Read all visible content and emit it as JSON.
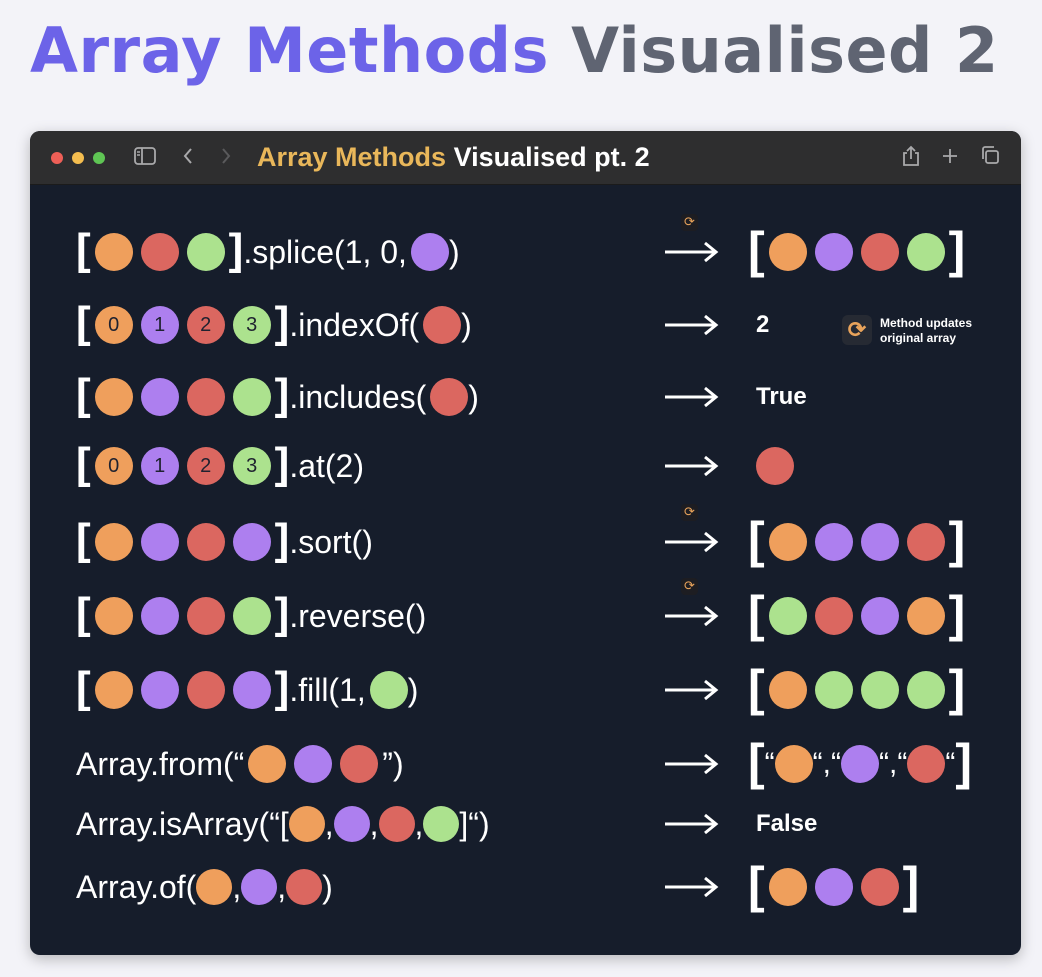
{
  "title": {
    "part1": "Array Methods",
    "part2": "Visualised 2"
  },
  "window": {
    "title_highlight": "Array Methods",
    "title_rest": "Visualised pt. 2",
    "icons": [
      "sidebar-icon",
      "back-icon",
      "forward-icon",
      "share-icon",
      "new-tab-icon",
      "tabs-overview-icon"
    ]
  },
  "colors": {
    "orange": "#ef9f5c",
    "purple": "#ad7fef",
    "red": "#db6760",
    "green": "#ace28e",
    "accent": "#6c63e8"
  },
  "legend": {
    "line1": "Method updates",
    "line2": "original array"
  },
  "rows": [
    {
      "left": [
        "orange",
        "red",
        "green"
      ],
      "method": ".splice(1, 0,",
      "arg": [
        "purple"
      ],
      "close": ")",
      "mutates": true,
      "result_circles": [
        "orange",
        "purple",
        "red",
        "green"
      ]
    },
    {
      "left": [
        "orange",
        "purple",
        "red",
        "green"
      ],
      "labels": [
        "0",
        "1",
        "2",
        "3"
      ],
      "method": ".indexOf(",
      "arg": [
        "red"
      ],
      "close": ")",
      "mutates": false,
      "result_text": "2"
    },
    {
      "left": [
        "orange",
        "purple",
        "red",
        "green"
      ],
      "method": ".includes(",
      "arg": [
        "red"
      ],
      "close": ")",
      "mutates": false,
      "result_text": "True"
    },
    {
      "left": [
        "orange",
        "purple",
        "red",
        "green"
      ],
      "labels": [
        "0",
        "1",
        "2",
        "3"
      ],
      "method": ".at(2)",
      "mutates": false,
      "result_single": "red"
    },
    {
      "left": [
        "orange",
        "purple",
        "red",
        "purple"
      ],
      "method": ".sort()",
      "mutates": true,
      "result_circles": [
        "orange",
        "purple",
        "purple",
        "red"
      ]
    },
    {
      "left": [
        "orange",
        "purple",
        "red",
        "green"
      ],
      "method": ".reverse()",
      "mutates": true,
      "result_circles": [
        "green",
        "red",
        "purple",
        "orange"
      ]
    },
    {
      "left": [
        "orange",
        "purple",
        "red",
        "purple"
      ],
      "method": ".fill(1,",
      "arg": [
        "green"
      ],
      "close": ")",
      "mutates": false,
      "result_circles": [
        "orange",
        "green",
        "green",
        "green"
      ]
    },
    {
      "prefix": "Array.from(“",
      "arg": [
        "orange",
        "purple",
        "red"
      ],
      "close": "”)",
      "mutates": false,
      "result_strings": [
        "orange",
        "purple",
        "red"
      ]
    },
    {
      "prefix": "Array.isArray(“[",
      "arg_sep": [
        "orange",
        "purple",
        "red",
        "green"
      ],
      "close": "]“)",
      "mutates": false,
      "result_text": "False"
    },
    {
      "prefix": "Array.of(",
      "arg_sep": [
        "orange",
        "purple",
        "red"
      ],
      "close": ")",
      "mutates": false,
      "result_circles": [
        "orange",
        "purple",
        "red"
      ]
    }
  ]
}
